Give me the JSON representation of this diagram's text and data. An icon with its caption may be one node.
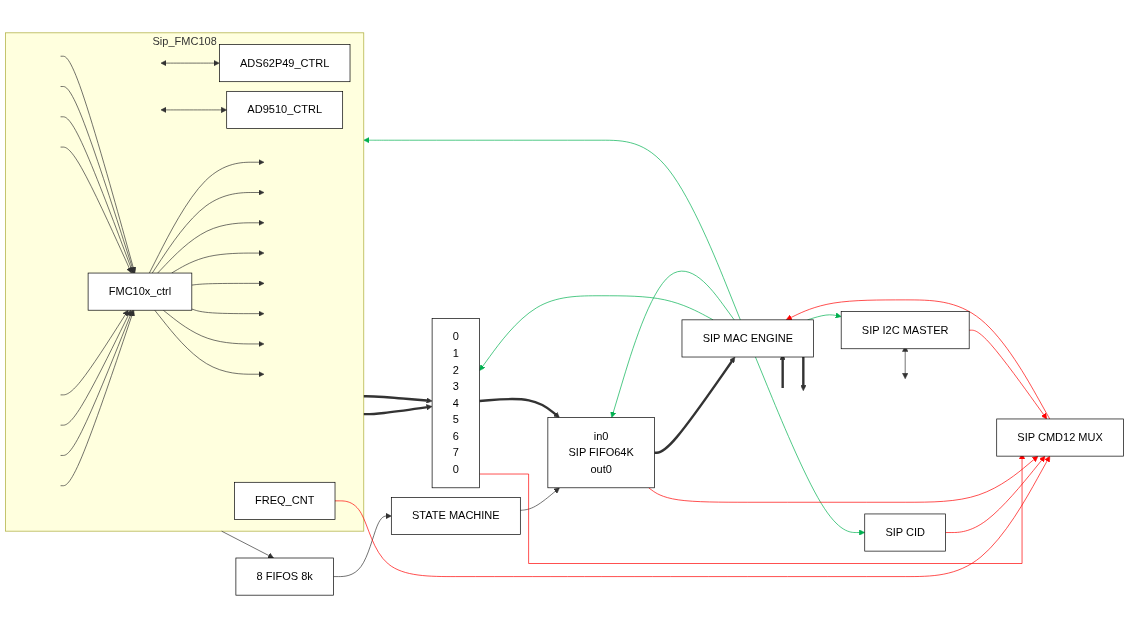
{
  "diagram": {
    "nodes": [
      {
        "text": [
          "Sip_FMC108"
        ]
      },
      {
        "text": [
          "FMC10x_ctrl"
        ],
        "in": 0
      },
      {
        "text": [
          "ADS62P49_CTRL"
        ],
        "in": 0
      },
      {
        "text": [
          "AD9510_CTRL"
        ],
        "in": 0
      },
      {
        "text": [
          "FREQ_CNT"
        ],
        "in": 0
      },
      {
        "text": [
          "0",
          "1",
          "2",
          "3",
          "4",
          "5",
          "6",
          "7",
          "0"
        ]
      },
      {
        "text": [
          "in0",
          "SIP FIFO64K",
          "out0"
        ]
      },
      {
        "text": [
          "8 FIFOS 8k"
        ]
      },
      {
        "text": [
          "STATE MACHINE"
        ]
      },
      {
        "text": [
          "SIP MAC ENGINE"
        ]
      },
      {
        "text": [
          "SIP CID"
        ]
      },
      {
        "text": [
          "SIP I2C MASTER"
        ]
      },
      {
        "text": [
          "SIP CMD12 MUX"
        ]
      }
    ],
    "edges": [
      {
        "from": null,
        "to": 1,
        "arrow": "to"
      },
      {
        "from": null,
        "to": 1,
        "arrow": "to"
      },
      {
        "from": null,
        "to": 1,
        "arrow": "to"
      },
      {
        "from": null,
        "to": 1,
        "arrow": "to"
      },
      {
        "from": null,
        "to": 1,
        "arrow": "to"
      },
      {
        "from": null,
        "to": 1,
        "arrow": "to"
      },
      {
        "from": null,
        "to": 1,
        "arrow": "to"
      },
      {
        "from": null,
        "to": 1,
        "arrow": "to"
      },
      {
        "from": 1,
        "to": null,
        "arrow": "to"
      },
      {
        "from": 1,
        "to": null,
        "arrow": "to"
      },
      {
        "from": 1,
        "to": null,
        "arrow": "to"
      },
      {
        "from": 1,
        "to": null,
        "arrow": "to"
      },
      {
        "from": 1,
        "to": null,
        "arrow": "to"
      },
      {
        "from": 1,
        "to": null,
        "arrow": "to"
      },
      {
        "from": 1,
        "to": null,
        "arrow": "to"
      },
      {
        "from": 1,
        "to": null,
        "arrow": "to"
      },
      {
        "from": 0,
        "to": 5,
        "arrow": "to",
        "style": "thick"
      },
      {
        "from": 0,
        "to": 5,
        "arrow": "to",
        "style": "thick"
      },
      {
        "from": 0,
        "to": 7,
        "arrow": "to"
      },
      {
        "from": 7,
        "to": 8,
        "arrow": "to"
      },
      {
        "from": 8,
        "to": 6,
        "arrow": "to"
      },
      {
        "from": 5,
        "to": 6,
        "arrow": "to",
        "style": "thick"
      },
      {
        "from": 6,
        "to": 9,
        "arrow": "to",
        "style": "thick"
      },
      {
        "from": 9,
        "to": null,
        "arrow": "to",
        "style": "thick"
      },
      {
        "from": null,
        "to": 9,
        "arrow": "to",
        "style": "thick"
      },
      {
        "from": null,
        "to": 2,
        "arrow": "both"
      },
      {
        "from": null,
        "to": 3,
        "arrow": "both"
      },
      {
        "from": null,
        "to": 11,
        "arrow": "both"
      },
      {
        "from": 9,
        "to": 0,
        "arrow": "to",
        "color": "#00b050"
      },
      {
        "from": 9,
        "to": 5,
        "arrow": "to",
        "color": "#00b050"
      },
      {
        "from": 9,
        "to": 6,
        "arrow": "to",
        "color": "#00b050"
      },
      {
        "from": 9,
        "to": 10,
        "arrow": "to",
        "color": "#00b050"
      },
      {
        "from": 9,
        "to": 11,
        "arrow": "to",
        "color": "#00b050"
      },
      {
        "from": 4,
        "to": 12,
        "arrow": "to",
        "color": "#ff0000"
      },
      {
        "from": 5,
        "to": 12,
        "arrow": "to",
        "color": "#ff0000"
      },
      {
        "from": 10,
        "to": 12,
        "arrow": "to",
        "color": "#ff0000"
      },
      {
        "from": 6,
        "to": 12,
        "arrow": "to",
        "color": "#ff0000"
      },
      {
        "from": 11,
        "to": 12,
        "arrow": "to",
        "color": "#ff0000"
      },
      {
        "from": 12,
        "to": 9,
        "arrow": "to",
        "color": "#ff0000"
      }
    ]
  }
}
